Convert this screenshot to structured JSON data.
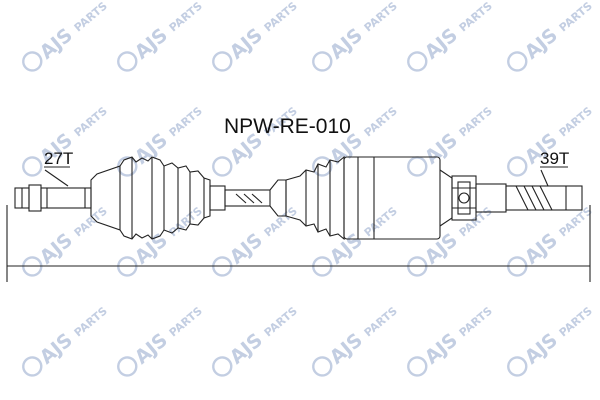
{
  "part_number": "NPW-RE-010",
  "left_spline_label": "27T",
  "right_spline_label": "39T",
  "watermark": {
    "text": "AJS",
    "subtext": "PARTS",
    "color": "#b9c6de"
  },
  "colors": {
    "line": "#222222",
    "background": "#ffffff"
  }
}
